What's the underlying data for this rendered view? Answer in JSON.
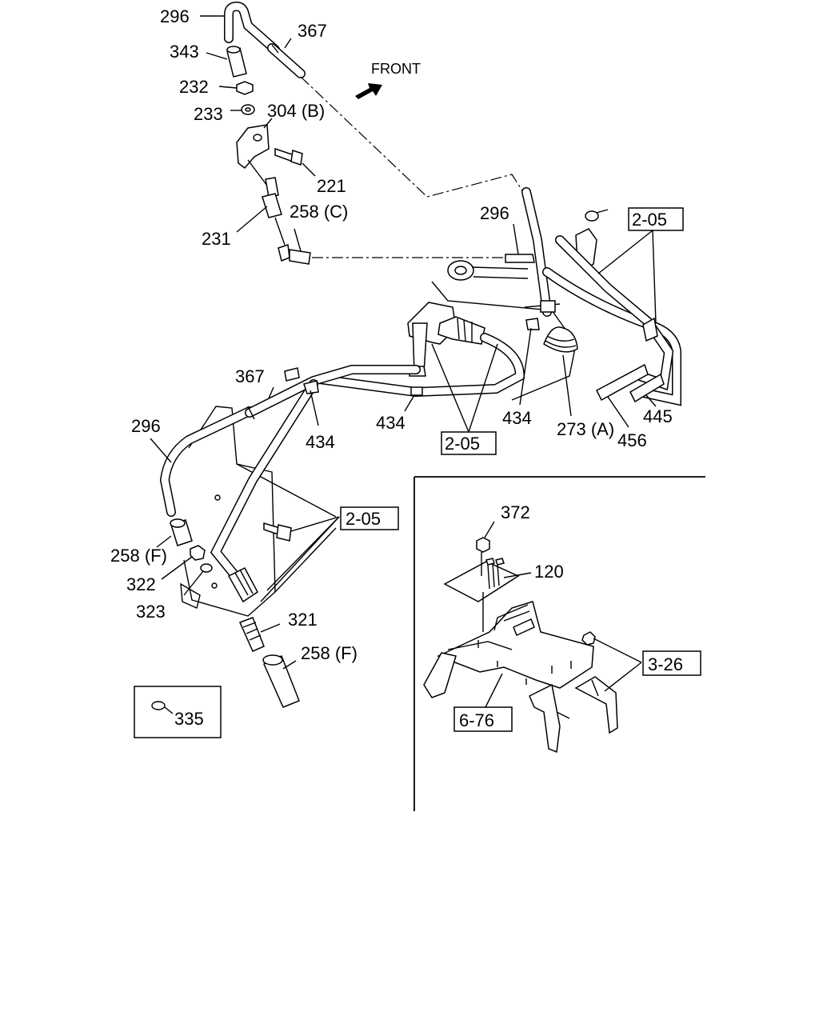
{
  "front_label": "FRONT",
  "callouts": {
    "c296a": "296",
    "c367a": "367",
    "c343": "343",
    "c232": "232",
    "c233": "233",
    "c304b": "304 (B)",
    "c221": "221",
    "c231": "231",
    "c258c": "258 (C)",
    "c296b": "296",
    "c367b": "367",
    "c434a": "434",
    "c434b": "434",
    "c434c": "434",
    "c273a": "273 (A)",
    "c456": "456",
    "c445": "445",
    "c296c": "296",
    "c258f1": "258 (F)",
    "c322": "322",
    "c323": "323",
    "c321": "321",
    "c258f2": "258 (F)",
    "c372": "372",
    "c120": "120"
  },
  "ref_boxes": {
    "r205a": "2-05",
    "r205b": "2-05",
    "r205c": "2-05",
    "r326": "3-26",
    "r676": "6-76"
  },
  "legend_box": {
    "number": "335"
  }
}
